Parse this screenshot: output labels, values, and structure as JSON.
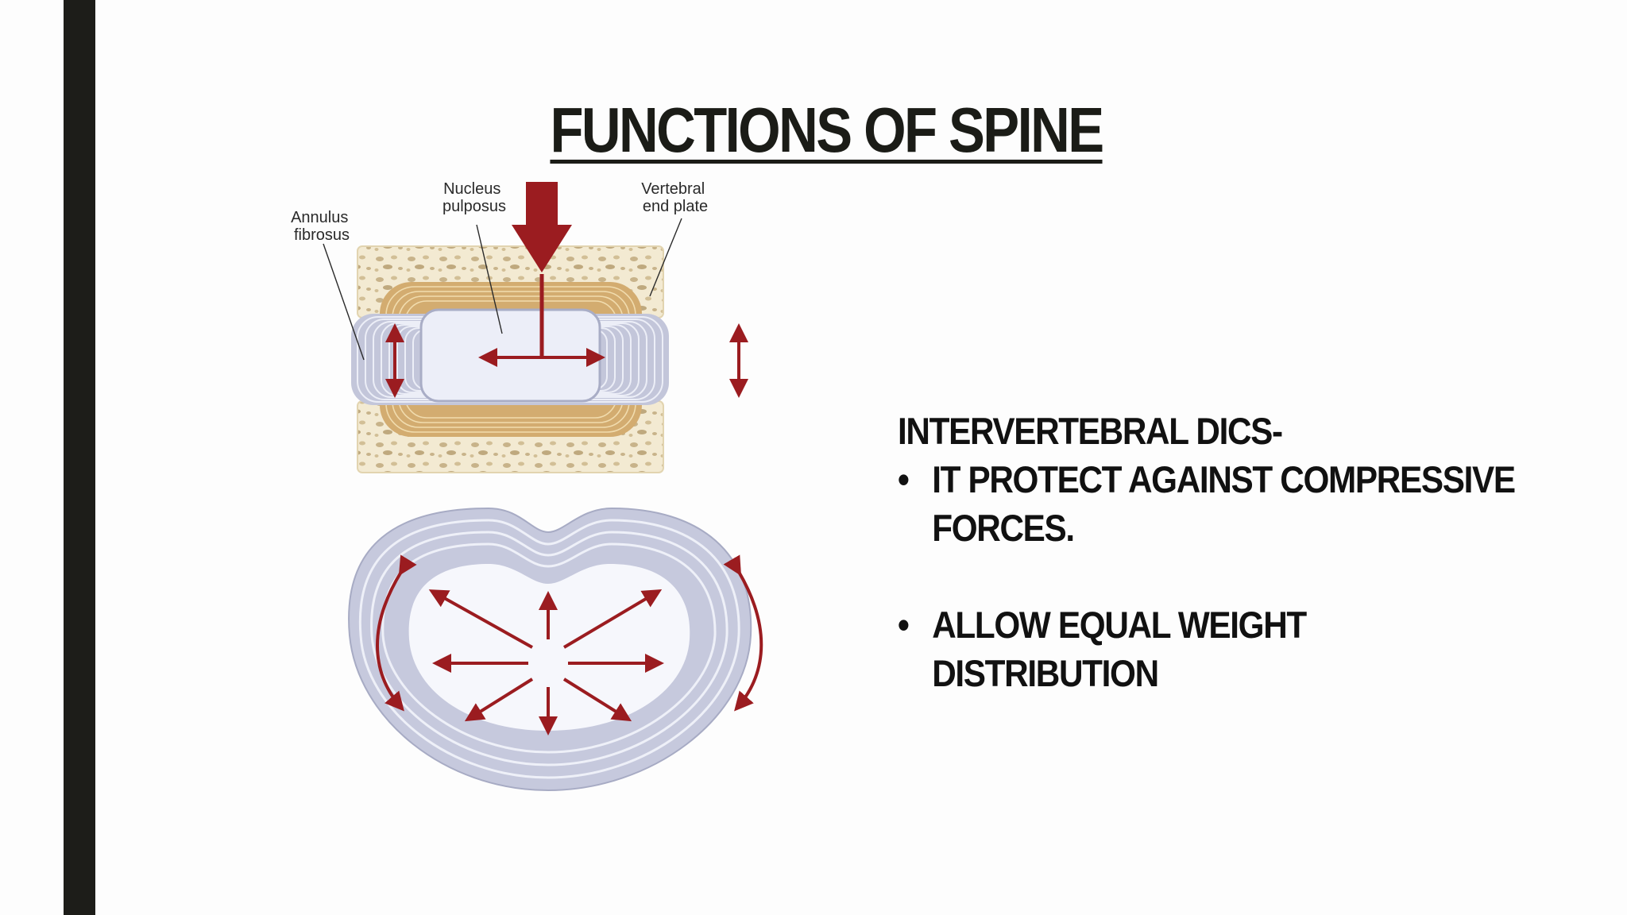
{
  "slide": {
    "title": "FUNCTIONS OF SPINE"
  },
  "diagram": {
    "labels": {
      "annulus_line1": "Annulus",
      "annulus_line2": "fibrosus",
      "nucleus_line1": "Nucleus",
      "nucleus_line2": "pulposus",
      "endplate_line1": "Vertebral",
      "endplate_line2": "end plate"
    },
    "colors": {
      "arrow": "#9b1c20",
      "disc_ring": "#c6c9dd",
      "endplate": "#c9a36a",
      "bone": "#f1e7cd"
    }
  },
  "content": {
    "heading": "INTERVERTEBRAL DICS-",
    "bullet_symbol": "•",
    "bullets": [
      {
        "line1": "IT PROTECT AGAINST COMPRESSIVE",
        "line2": "FORCES."
      },
      {
        "line1": "ALLOW EQUAL WEIGHT",
        "line2": "DISTRIBUTION"
      }
    ]
  }
}
